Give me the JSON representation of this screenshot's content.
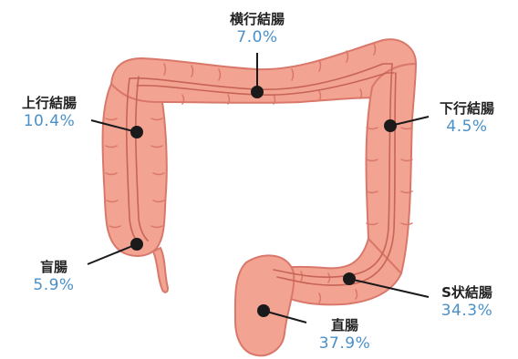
{
  "colors": {
    "tissue_fill": "#F2A392",
    "tissue_stroke": "#D9786A",
    "inner_line": "#C76456",
    "leader": "#1a1a1a",
    "label_name": "#222222",
    "label_percent": "#4A90C8"
  },
  "segments": [
    {
      "id": "transverse",
      "name": "横行結腸",
      "percent": "7.0%"
    },
    {
      "id": "ascending",
      "name": "上行結腸",
      "percent": "10.4%"
    },
    {
      "id": "descending",
      "name": "下行結腸",
      "percent": "4.5%"
    },
    {
      "id": "cecum",
      "name": "盲腸",
      "percent": "5.9%"
    },
    {
      "id": "sigmoid",
      "name": "S状結腸",
      "percent": "34.3%"
    },
    {
      "id": "rectum",
      "name": "直腸",
      "percent": "37.9%"
    }
  ]
}
